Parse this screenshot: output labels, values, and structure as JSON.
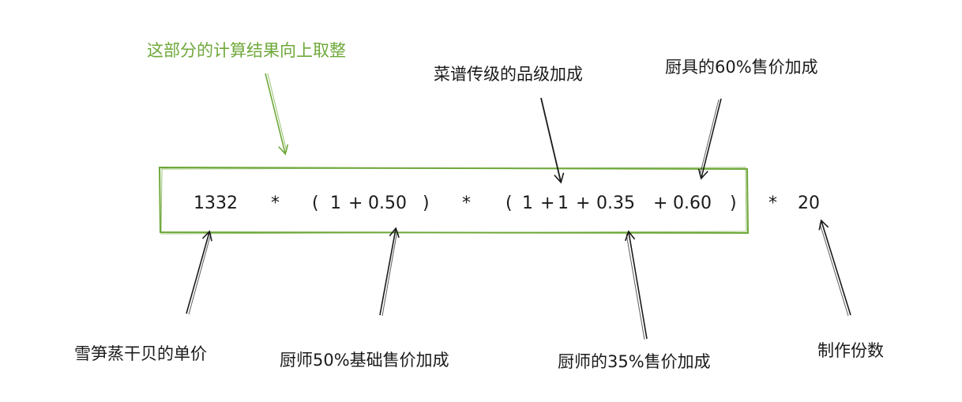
{
  "formula": {
    "tokens": [
      "1332",
      "*",
      "(",
      "1",
      "+",
      "0.50",
      ")",
      "*",
      "(",
      "1",
      "+",
      "1",
      "+",
      "0.35",
      "+",
      "0.60",
      ")",
      "*",
      "20"
    ]
  },
  "annotations": {
    "round_up_note": "这部分的计算结果向上取整",
    "recipe_rank_bonus": "菜谱传级的品级加成",
    "utensil_bonus": "厨具的60%售价加成",
    "unit_price": "雪笋蒸干贝的单价",
    "chef_base_bonus": "厨师50%基础售价加成",
    "chef_35_bonus": "厨师的35%售价加成",
    "portions": "制作份数"
  },
  "colors": {
    "highlight_green": "#6fa83a",
    "ink": "#1a1a1a"
  }
}
